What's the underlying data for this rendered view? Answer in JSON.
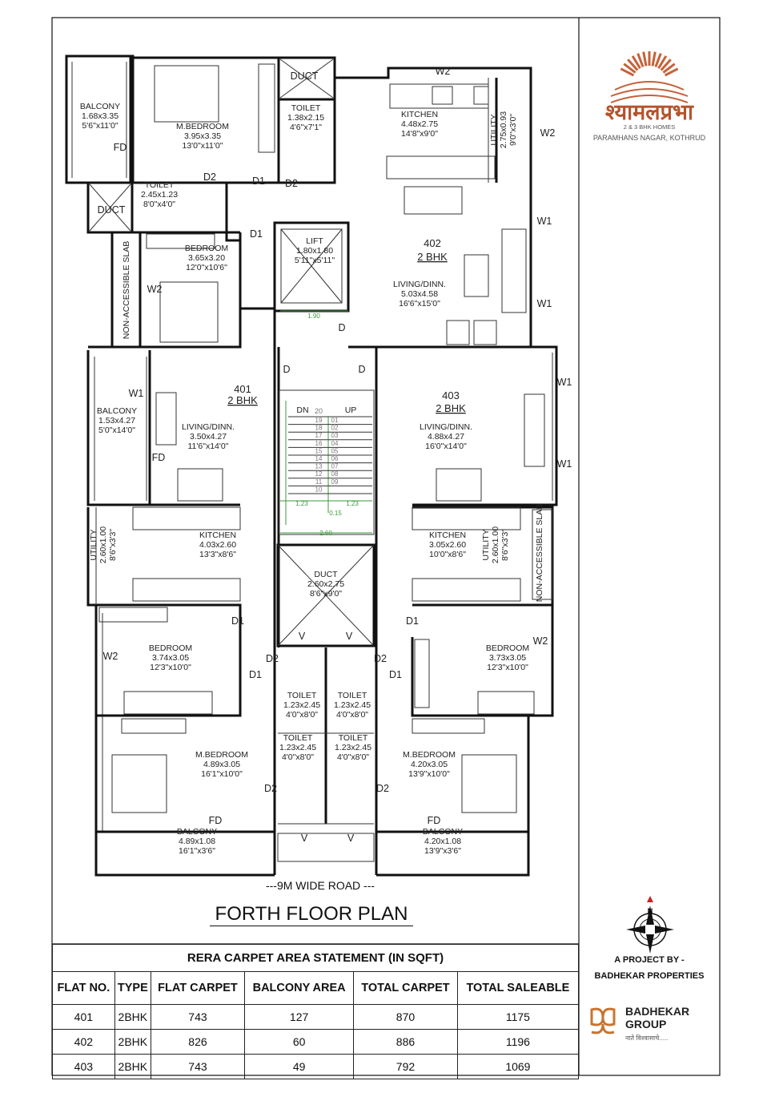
{
  "brand": {
    "name_devanagari": "श्यामलप्रभा",
    "tagline": "2 & 3 BHK HOMES",
    "location": "PARAMHANS NAGAR, KOTHRUD",
    "sun_color": "#c4623a"
  },
  "compass": {
    "north": "N"
  },
  "project": {
    "by": "A PROJECT BY -",
    "developer": "BADHEKAR PROPERTIES",
    "group_line1": "BADHEKAR",
    "group_line2": "GROUP",
    "group_slogan": "नाते विश्वासाचे.....",
    "logo_color": "#c8752f"
  },
  "plan": {
    "title": "FORTH FLOOR PLAN",
    "road": "---9M WIDE ROAD ---",
    "flats": [
      {
        "no": "401",
        "type": "2 BHK"
      },
      {
        "no": "402",
        "type": "2 BHK"
      },
      {
        "no": "403",
        "type": "2 BHK"
      }
    ],
    "rooms": [
      {
        "name": "BALCONY",
        "size": "1.68x3.35",
        "ft": "5'6\"x11'0\""
      },
      {
        "name": "M.BEDROOM",
        "size": "3.95x3.35",
        "ft": "13'0\"x11'0\""
      },
      {
        "name": "TOILET",
        "size": "1.38x2.15",
        "ft": "4'6\"x7'1\""
      },
      {
        "name": "KITCHEN",
        "size": "4.48x2.75",
        "ft": "14'8\"x9'0\""
      },
      {
        "name": "UTILITY",
        "size": "2.75x0.93",
        "ft": "9'0\"x3'0\""
      },
      {
        "name": "TOILET",
        "size": "2.45x1.23",
        "ft": "8'0\"x4'0\""
      },
      {
        "name": "BEDROOM",
        "size": "3.65x3.20",
        "ft": "12'0\"x10'6\""
      },
      {
        "name": "LIFT",
        "size": "1.80x1.80",
        "ft": "5'11\"x5'11\""
      },
      {
        "name": "LIVING/DINN.",
        "size": "5.03x4.58",
        "ft": "16'6\"x15'0\""
      },
      {
        "name": "BALCONY",
        "size": "1.53x4.27",
        "ft": "5'0\"x14'0\""
      },
      {
        "name": "LIVING/DINN.",
        "size": "3.50x4.27",
        "ft": "11'6\"x14'0\""
      },
      {
        "name": "LIVING/DINN.",
        "size": "4.88x4.27",
        "ft": "16'0\"x14'0\""
      },
      {
        "name": "KITCHEN",
        "size": "4.03x2.60",
        "ft": "13'3\"x8'6\""
      },
      {
        "name": "UTILITY",
        "size": "2.60x1.00",
        "ft": "8'6\"x3'3\""
      },
      {
        "name": "KITCHEN",
        "size": "3.05x2.60",
        "ft": "10'0\"x8'6\""
      },
      {
        "name": "UTILITY",
        "size": "2.60x1.00",
        "ft": "8'6\"x3'3\""
      },
      {
        "name": "DUCT",
        "size": "2.60x2.75",
        "ft": "8'6\"x9'0\""
      },
      {
        "name": "BEDROOM",
        "size": "3.74x3.05",
        "ft": "12'3\"x10'0\""
      },
      {
        "name": "BEDROOM",
        "size": "3.73x3.05",
        "ft": "12'3\"x10'0\""
      },
      {
        "name": "TOILET",
        "size": "1.23x2.45",
        "ft": "4'0\"x8'0\""
      },
      {
        "name": "TOILET",
        "size": "1.23x2.45",
        "ft": "4'0\"x8'0\""
      },
      {
        "name": "TOILET",
        "size": "1.23x2.45",
        "ft": "4'0\"x8'0\""
      },
      {
        "name": "TOILET",
        "size": "1.23x2.45",
        "ft": "4'0\"x8'0\""
      },
      {
        "name": "M.BEDROOM",
        "size": "4.89x3.05",
        "ft": "16'1\"x10'0\""
      },
      {
        "name": "M.BEDROOM",
        "size": "4.20x3.05",
        "ft": "13'9\"x10'0\""
      },
      {
        "name": "BALCONY",
        "size": "4.89x1.08",
        "ft": "16'1\"x3'6\""
      },
      {
        "name": "BALCONY",
        "size": "4.20x1.08",
        "ft": "13'9\"x3'6\""
      }
    ],
    "labels": {
      "duct": "DUCT",
      "non_accessible": "NON-ACCESSIBLE SLAB",
      "fd": "FD",
      "d": "D",
      "d1": "D1",
      "d2": "D2",
      "w1": "W1",
      "w2": "W2",
      "dn": "DN",
      "up": "UP",
      "v": "V"
    },
    "dims": {
      "lobby": "1.90",
      "stair_w": "2.60",
      "landing": "1.23",
      "gap": "0.15",
      "flight": "1.23",
      "riser_count": "20"
    }
  },
  "table": {
    "caption": "RERA CARPET AREA STATEMENT (IN SQFT)",
    "headers": [
      "FLAT NO.",
      "TYPE",
      "FLAT CARPET",
      "BALCONY AREA",
      "TOTAL CARPET",
      "TOTAL SALEABLE"
    ],
    "rows": [
      [
        "401",
        "2BHK",
        "743",
        "127",
        "870",
        "1175"
      ],
      [
        "402",
        "2BHK",
        "826",
        "60",
        "886",
        "1196"
      ],
      [
        "403",
        "2BHK",
        "743",
        "49",
        "792",
        "1069"
      ]
    ]
  }
}
